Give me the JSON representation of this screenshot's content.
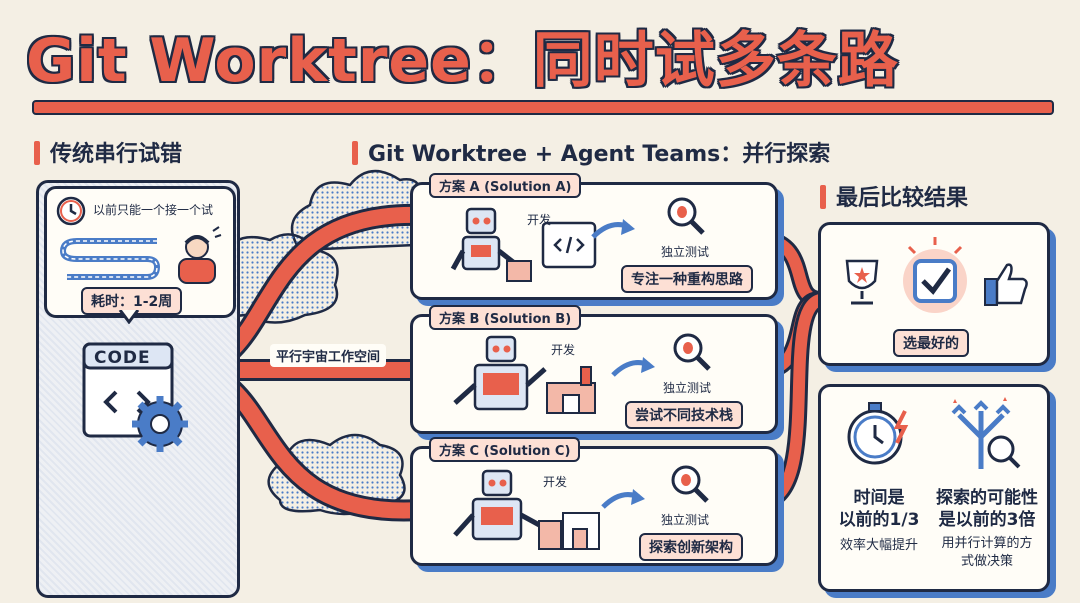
{
  "title": "Git Worktree：同时试多条路",
  "left": {
    "heading": "传统串行试错",
    "note": "以前只能一个接一个试",
    "time": "耗时：1-2周",
    "code_label": "CODE"
  },
  "middle": {
    "heading": "Git Worktree + Agent Teams：并行探索",
    "branch_label": "平行宇宙工作空间",
    "solutions": [
      {
        "tag": "方案 A (Solution A)",
        "dev": "开发",
        "test": "独立测试",
        "result": "专注一种重构思路"
      },
      {
        "tag": "方案 B (Solution B)",
        "dev": "开发",
        "test": "独立测试",
        "result": "尝试不同技术栈"
      },
      {
        "tag": "方案 C (Solution C)",
        "dev": "开发",
        "test": "独立测试",
        "result": "探索创新架构"
      }
    ]
  },
  "right": {
    "heading": "最后比较结果",
    "pick": "选最好的",
    "stat1": {
      "line1": "时间是",
      "line2": "以前的1/3",
      "note": "效率大幅提升"
    },
    "stat2": {
      "line1": "探索的可能性",
      "line2": "是以前的3倍",
      "note1": "用并行计算的方",
      "note2": "式做决策"
    }
  },
  "colors": {
    "accent": "#e8604c",
    "ink": "#1f2a44",
    "blue": "#4a7cc7",
    "bg": "#f4efe4"
  }
}
